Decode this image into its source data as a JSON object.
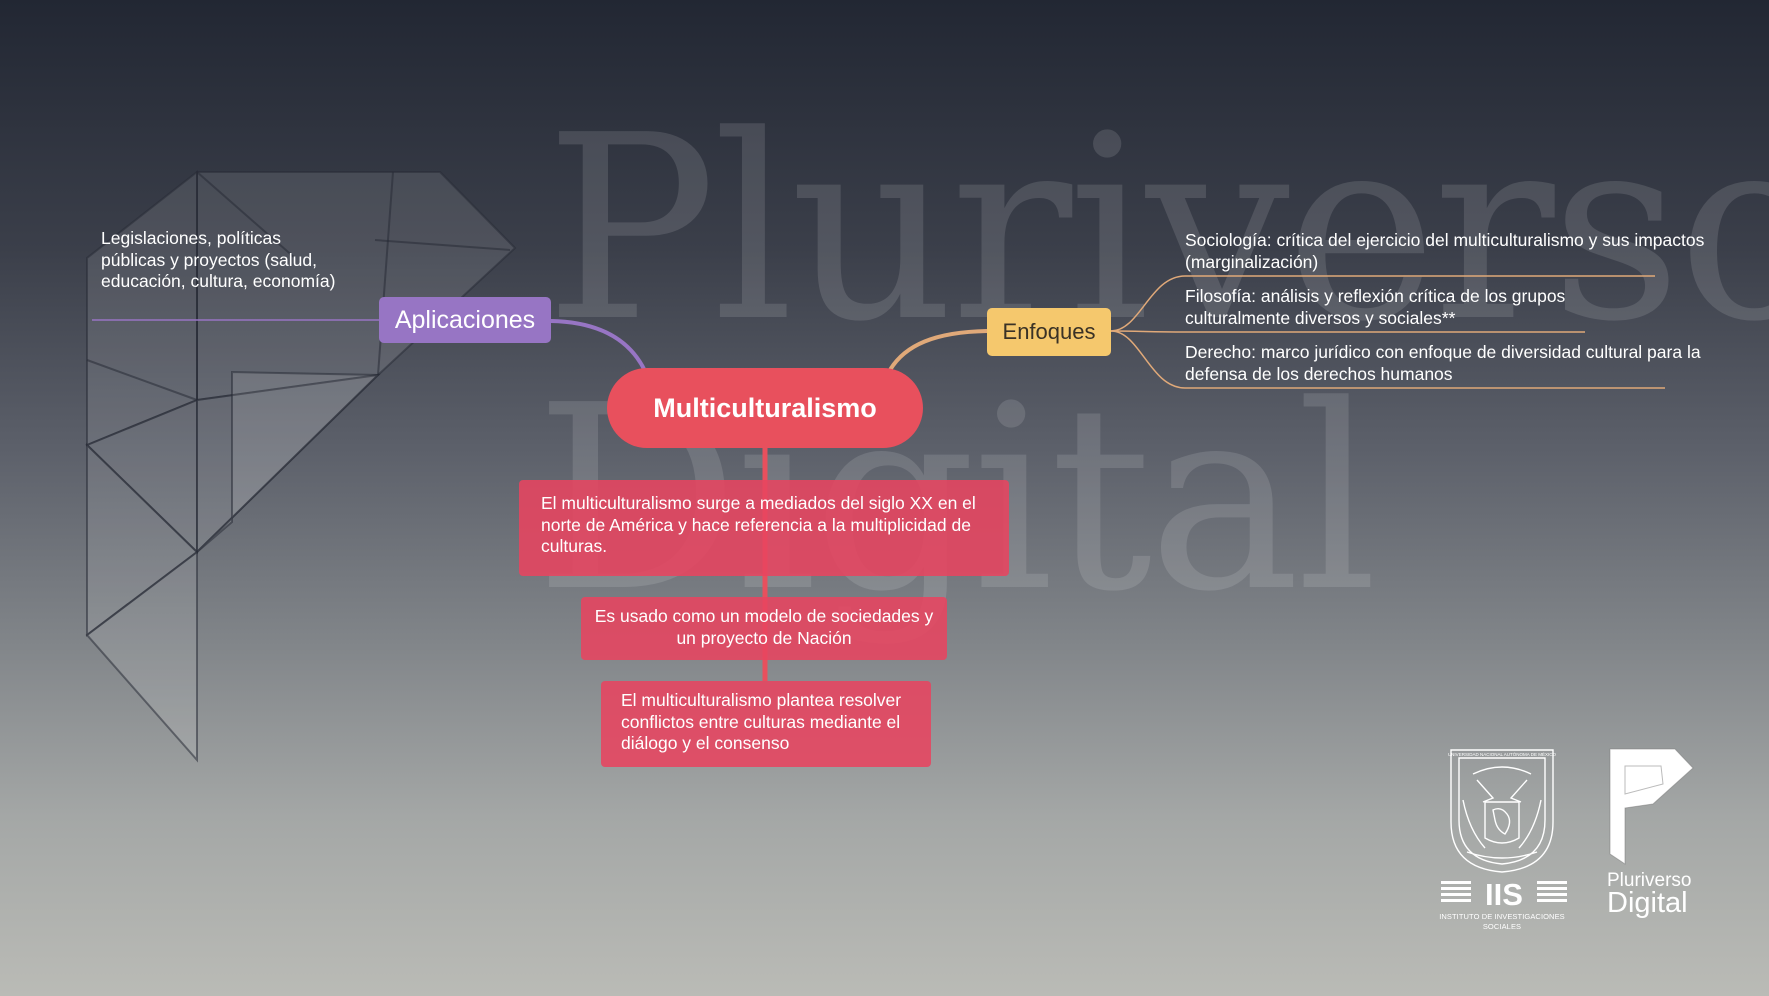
{
  "central": {
    "label": "Multiculturalismo"
  },
  "branches": {
    "aplicaciones": {
      "label": "Aplicaciones",
      "leaf": "Legislaciones, políticas públicas y proyectos (salud, educación, cultura, economía)"
    },
    "enfoques": {
      "label": "Enfoques",
      "leaves": [
        "Sociología:  crítica del ejercicio del multiculturalismo y sus impactos (marginalización)",
        "Filosofía: análisis y reflexión crítica de los grupos culturalmente diversos y sociales**",
        "Derecho: marco jurídico con enfoque de diversidad cultural para la defensa de los derechos humanos"
      ]
    }
  },
  "descriptions": [
    "El multiculturalismo surge a mediados del siglo XX en el norte de América y hace referencia a la multiplicidad de culturas.",
    "Es usado como un modelo de sociedades y un proyecto de Nación",
    "El multiculturalismo plantea resolver conflictos entre culturas mediante el diálogo y el consenso"
  ],
  "watermark": {
    "line1": "Pluriverso",
    "line2": "Digital"
  },
  "logos": {
    "unam": {
      "text": "UNIVERSIDAD NACIONAL AUTÓNOMA DE MÉXICO"
    },
    "iis": {
      "acronym": "IIS",
      "caption_line1": "INSTITUTO DE INVESTIGACIONES",
      "caption_line2": "SOCIALES"
    },
    "pluriverso": {
      "line1": "Pluriverso",
      "line2": "Digital"
    }
  },
  "colors": {
    "central": "#e8505d",
    "aplicaciones": "#9775c4",
    "enfoques": "#f5c86d",
    "description_box": "#e74460",
    "enfoques_line": "#e0a979"
  }
}
